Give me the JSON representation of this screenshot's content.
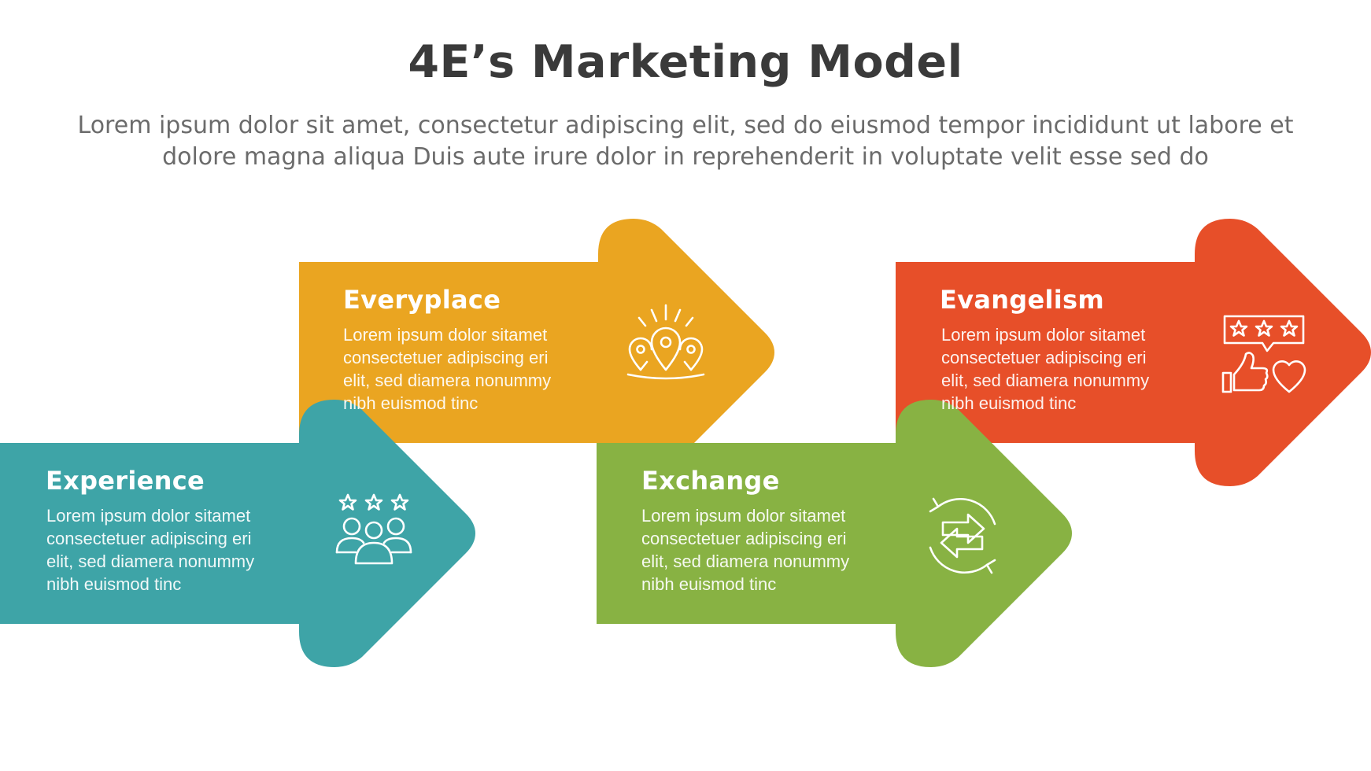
{
  "title": "4E’s Marketing Model",
  "subtitle": "Lorem ipsum dolor sit amet, consectetur adipiscing elit, sed do eiusmod tempor incididunt ut labore et dolore magna aliqua Duis aute irure dolor in reprehenderit in voluptate velit esse sed do",
  "items": [
    {
      "title": "Experience",
      "text": "Lorem ipsum dolor sitamet consectetuer adipiscing eri elit, sed diamera nonummy nibh euismod tinc",
      "color": "#3ea4a7",
      "icon": "people-rating-icon"
    },
    {
      "title": "Everyplace",
      "text": "Lorem ipsum dolor sitamet consectetuer adipiscing eri elit, sed diamera nonummy nibh euismod tinc",
      "color": "#eaa521",
      "icon": "location-pins-icon"
    },
    {
      "title": "Exchange",
      "text": "Lorem ipsum dolor sitamet consectetuer adipiscing eri elit, sed diamera nonummy nibh euismod tinc",
      "color": "#88b243",
      "icon": "exchange-arrows-icon"
    },
    {
      "title": "Evangelism",
      "text": "Lorem ipsum dolor sitamet consectetuer adipiscing eri elit, sed diamera nonummy nibh euismod tinc",
      "color": "#e74f29",
      "icon": "review-like-heart-icon"
    }
  ]
}
